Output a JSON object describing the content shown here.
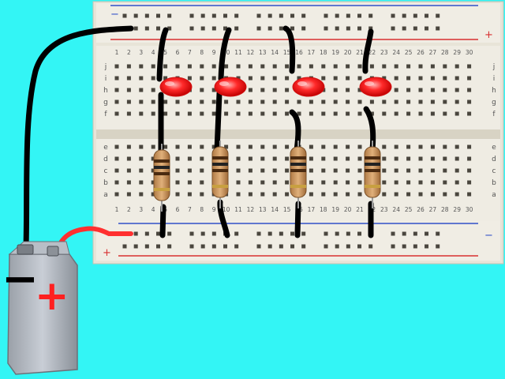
{
  "breadboard": {
    "column_numbers": [
      "1",
      "2",
      "3",
      "4",
      "5",
      "6",
      "7",
      "8",
      "9",
      "10",
      "11",
      "12",
      "13",
      "14",
      "15",
      "16",
      "17",
      "18",
      "19",
      "20",
      "21",
      "22",
      "23",
      "24",
      "25",
      "26",
      "27",
      "28",
      "29",
      "30"
    ],
    "row_letters_top": [
      "f",
      "g",
      "h",
      "i",
      "j"
    ],
    "row_letters_bottom": [
      "a",
      "b",
      "c",
      "d",
      "e"
    ],
    "rail_minus": "−",
    "rail_plus": "+"
  },
  "battery": {
    "minus_symbol": "−",
    "plus_symbol": "+"
  },
  "components": {
    "leds": [
      "red-led-1",
      "red-led-2",
      "red-led-3",
      "red-led-4"
    ],
    "resistors": [
      "resistor-1",
      "resistor-2",
      "resistor-3",
      "resistor-4"
    ]
  },
  "colors": {
    "background": "#33f5f5",
    "board": "#ece8dc",
    "led": "#ff2020",
    "wire_negative": "#000000",
    "wire_positive": "#ff3030",
    "rail_red": "#d83030",
    "rail_blue": "#3050c8"
  }
}
